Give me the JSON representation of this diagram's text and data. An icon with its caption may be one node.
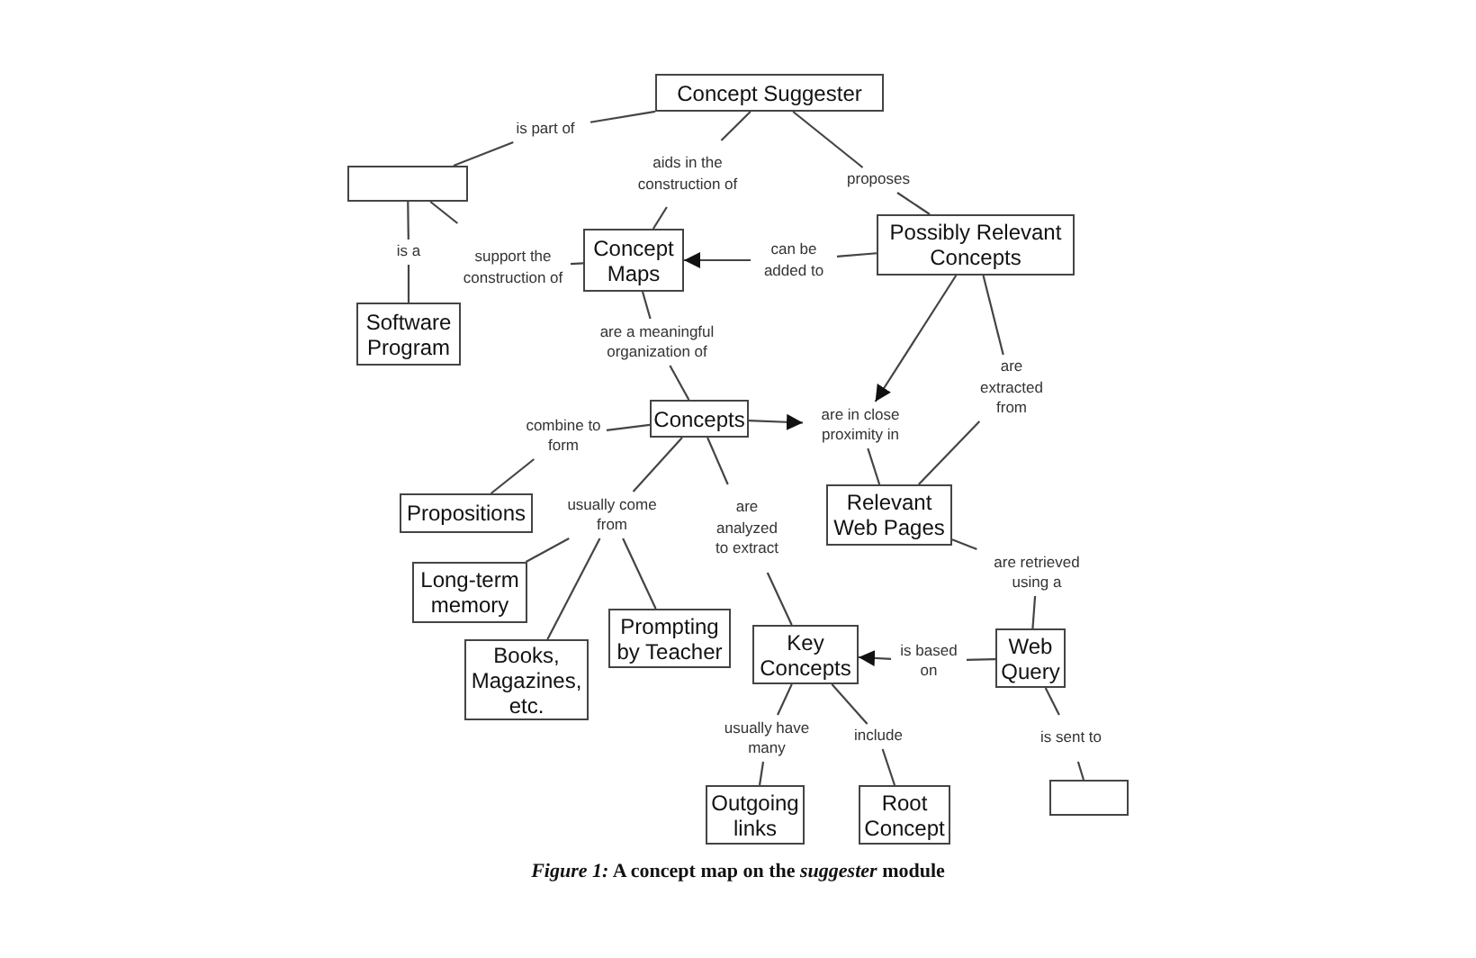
{
  "diagram": {
    "caption": "*Figure 1:* A concept map on the *suggester* module",
    "nodes": [
      {
        "text": [
          "Concept Suggester"
        ]
      },
      {
        "text": [],
        "shape": "box"
      },
      {
        "text": [
          "Software Program"
        ]
      },
      {
        "text": [
          "Concept Maps"
        ]
      },
      {
        "text": [
          "Possibly Relevant Concepts"
        ]
      },
      {
        "text": [
          "Concepts"
        ]
      },
      {
        "text": [
          "Propositions"
        ]
      },
      {
        "text": [
          "Relevant Web Pages"
        ]
      },
      {
        "text": [
          "Long-term memory"
        ]
      },
      {
        "text": [
          "Prompting by Teacher"
        ]
      },
      {
        "text": [
          "Books, Magazines, etc."
        ]
      },
      {
        "text": [
          "Key Concepts"
        ]
      },
      {
        "text": [
          "Web Query"
        ]
      },
      {
        "text": [
          "Outgoing links"
        ]
      },
      {
        "text": [
          "Root Concept"
        ]
      },
      {
        "text": [],
        "shape": "box"
      },
      {
        "text": [
          "is part of"
        ]
      },
      {
        "text": [
          "aids in the construction of"
        ]
      },
      {
        "text": [
          "proposes"
        ]
      },
      {
        "text": [
          "is a"
        ]
      },
      {
        "text": [
          "support the construction of"
        ]
      },
      {
        "text": [
          "can be added to"
        ]
      },
      {
        "text": [
          "are a meaningful organization of"
        ]
      },
      {
        "text": [
          "combine to form"
        ]
      },
      {
        "text": [
          "are in close proximity in"
        ]
      },
      {
        "text": [
          "are extracted from"
        ]
      },
      {
        "text": [
          "usually come from"
        ]
      },
      {
        "text": [
          "are analyzed to extract"
        ]
      },
      {
        "text": [
          "are retrieved using a"
        ]
      },
      {
        "text": [
          "is based on"
        ]
      },
      {
        "text": [
          "usually have many"
        ]
      },
      {
        "text": [
          "include"
        ]
      },
      {
        "text": [
          "is sent to"
        ]
      }
    ],
    "edges": [
      {
        "from": 0,
        "to": 16,
        "arrow": "none"
      },
      {
        "from": 16,
        "to": 1,
        "arrow": "none"
      },
      {
        "from": 0,
        "to": 17,
        "arrow": "none"
      },
      {
        "from": 17,
        "to": 3,
        "arrow": "none"
      },
      {
        "from": 0,
        "to": 18,
        "arrow": "none"
      },
      {
        "from": 18,
        "to": 4,
        "arrow": "none"
      },
      {
        "from": 1,
        "to": 19,
        "arrow": "none"
      },
      {
        "from": 19,
        "to": 2,
        "arrow": "none"
      },
      {
        "from": 1,
        "to": 20,
        "arrow": "none"
      },
      {
        "from": 20,
        "to": 3,
        "arrow": "none"
      },
      {
        "from": 4,
        "to": 21,
        "arrow": "none"
      },
      {
        "from": 21,
        "to": 3,
        "arrow": "to"
      },
      {
        "from": 3,
        "to": 22,
        "arrow": "none"
      },
      {
        "from": 22,
        "to": 5,
        "arrow": "none"
      },
      {
        "from": 4,
        "to": 24,
        "arrow": "to"
      },
      {
        "from": 5,
        "to": 24,
        "arrow": "to"
      },
      {
        "from": 24,
        "to": 7,
        "arrow": "none"
      },
      {
        "from": 4,
        "to": 25,
        "arrow": "none"
      },
      {
        "from": 25,
        "to": 7,
        "arrow": "none"
      },
      {
        "from": 5,
        "to": 23,
        "arrow": "none"
      },
      {
        "from": 23,
        "to": 6,
        "arrow": "none"
      },
      {
        "from": 5,
        "to": 26,
        "arrow": "none"
      },
      {
        "from": 26,
        "to": 8,
        "arrow": "none"
      },
      {
        "from": 26,
        "to": 10,
        "arrow": "none"
      },
      {
        "from": 26,
        "to": 9,
        "arrow": "none"
      },
      {
        "from": 5,
        "to": 27,
        "arrow": "none"
      },
      {
        "from": 27,
        "to": 11,
        "arrow": "none"
      },
      {
        "from": 7,
        "to": 28,
        "arrow": "none"
      },
      {
        "from": 28,
        "to": 12,
        "arrow": "none"
      },
      {
        "from": 12,
        "to": 29,
        "arrow": "none"
      },
      {
        "from": 29,
        "to": 11,
        "arrow": "to"
      },
      {
        "from": 11,
        "to": 30,
        "arrow": "none"
      },
      {
        "from": 30,
        "to": 13,
        "arrow": "none"
      },
      {
        "from": 11,
        "to": 31,
        "arrow": "none"
      },
      {
        "from": 31,
        "to": 14,
        "arrow": "none"
      },
      {
        "from": 12,
        "to": 32,
        "arrow": "none"
      },
      {
        "from": 32,
        "to": 15,
        "arrow": "none"
      }
    ]
  }
}
